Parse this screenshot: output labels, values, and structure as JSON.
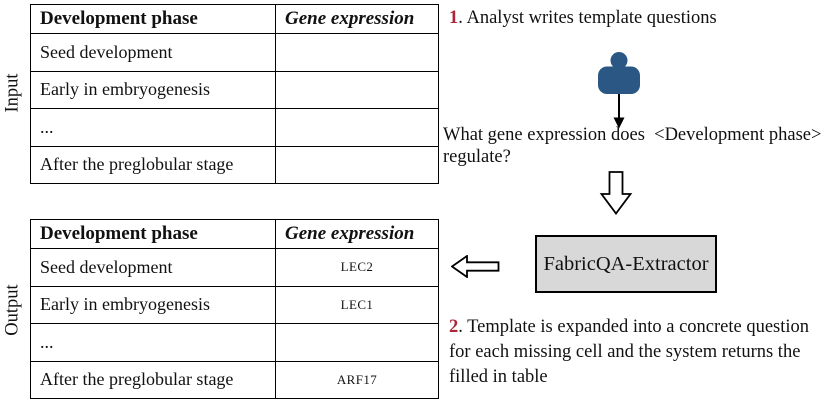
{
  "colors": {
    "accent_red": "#ac2637",
    "person_blue": "#2a5783",
    "box_gray": "#d8d8d8",
    "line_black": "#000000"
  },
  "input_section": {
    "label": "Input",
    "table": {
      "headers": {
        "phase": "Development phase",
        "gene": "Gene expression"
      },
      "rows": [
        {
          "phase": "Seed development",
          "gene": ""
        },
        {
          "phase": "Early in embryogenesis",
          "gene": ""
        },
        {
          "phase": "...",
          "gene": ""
        },
        {
          "phase": "After the preglobular stage",
          "gene": ""
        }
      ]
    }
  },
  "output_section": {
    "label": "Output",
    "table": {
      "headers": {
        "phase": "Development phase",
        "gene": "Gene expression"
      },
      "rows": [
        {
          "phase": "Seed development",
          "gene": "LEC2"
        },
        {
          "phase": "Early in embryogenesis",
          "gene": "LEC1"
        },
        {
          "phase": "...",
          "gene": ""
        },
        {
          "phase": "After the preglobular stage",
          "gene": "ARF17"
        }
      ]
    }
  },
  "flow": {
    "step1_number": "1",
    "step1_rest": ". Analyst writes template questions",
    "template_question": "What gene expression does  <Development phase> regulate?",
    "system_box_label": "FabricQA-Extractor",
    "step2_number": "2",
    "step2_rest": ". Template is expanded into a concrete question for each missing cell and the system returns the filled in table"
  },
  "icons": {
    "analyst": "person-icon",
    "solid_down": "arrow-down-icon",
    "hollow_down": "hollow-arrow-down-icon",
    "hollow_left": "hollow-arrow-left-icon"
  }
}
